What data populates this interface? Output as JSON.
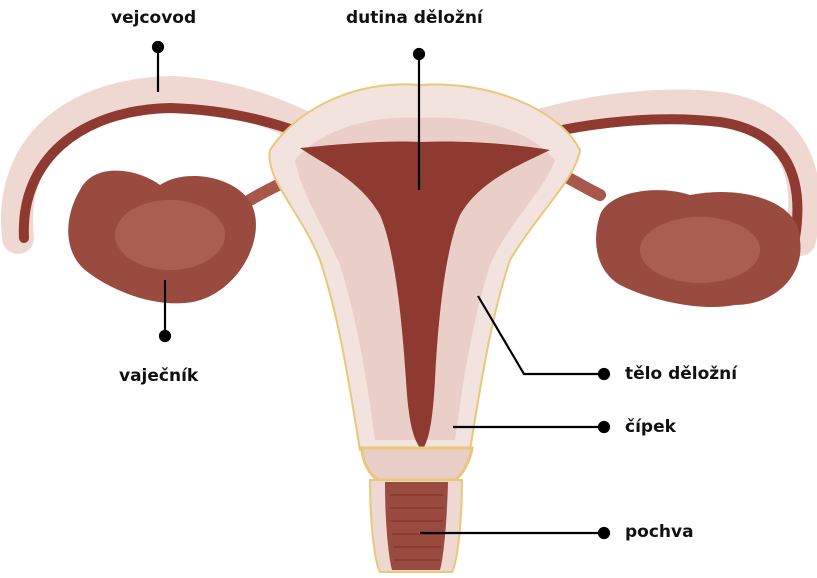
{
  "labels": {
    "fallopian_tube": "vejcovod",
    "uterine_cavity": "dutina děložní",
    "ovary": "vaječník",
    "uterine_body": "tělo děložní",
    "cervix": "čípek",
    "vagina": "pochva"
  },
  "colors": {
    "tissue_dark": "#8e3a31",
    "tissue_mid": "#a8574b",
    "tissue_light": "#e9cfc8",
    "tissue_pale": "#f3e3de",
    "outline_yellow": "#e8c87a",
    "leader_line": "#000000"
  }
}
